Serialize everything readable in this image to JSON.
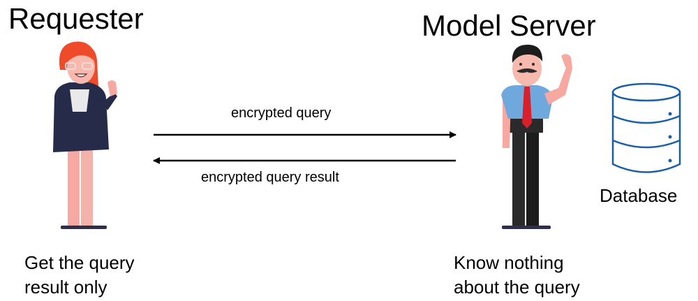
{
  "requester": {
    "title": "Requester",
    "caption_line1": "Get the query",
    "caption_line2": "result only"
  },
  "server": {
    "title": "Model Server",
    "caption_line1": "Know nothing",
    "caption_line2": "about the query"
  },
  "arrows": {
    "query_label": "encrypted query",
    "result_label": "encrypted query result"
  },
  "database": {
    "label": "Database",
    "icon": "database-icon"
  },
  "colors": {
    "database_blue": "#1a5fa8",
    "requester_hair": "#ef4b2b",
    "requester_coat": "#262b4a",
    "server_shirt": "#6fa8dc",
    "server_tie": "#d9202a",
    "skin": "#f7a8a0"
  }
}
